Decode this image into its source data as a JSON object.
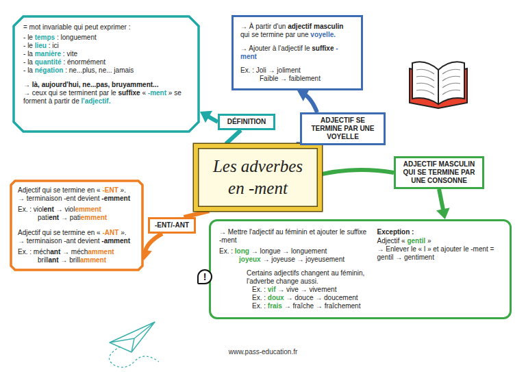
{
  "diagram": {
    "nodes": [
      {
        "text": [
          "Les adverbes en -ment"
        ]
      },
      {
        "text": [
          "DÉFINITION"
        ]
      },
      {
        "text": [
          "= mot invariable qui peut exprimer :",
          "- le temps : longuement",
          "- le lieu : ici",
          "- la manière : vite",
          "- la quantité : énormément",
          "- la négation : ne...plus, ne... jamais",
          "→ là, aujourd'hui, ne...pas, bruyamment...",
          "→ ceux qui se terminent par le suffixe « -ment » se forment à partir de l'adjectif."
        ]
      },
      {
        "text": [
          "→ À partir d'un adjectif masculin qui se termine par une voyelle.",
          "→ Ajouter à l'adjectif le suffixe -ment",
          "Ex. : Joli → joliment",
          "Faible → faiblement"
        ]
      },
      {
        "text": [
          "ADJECTIF SE TERMINE PAR UNE VOYELLE"
        ]
      },
      {
        "text": [
          "ADJECTIF MASCULIN QUI SE TERMINE PAR UNE CONSONNE"
        ]
      },
      {
        "text": [
          "→ Mettre l'adjectif au féminin et ajouter le suffixe -ment",
          "Ex. : long → longue → longuement",
          "joyeux → joyeuse → joyeusement",
          "Certains adjectifs changent au féminin, l'adverbe change aussi.",
          "Ex. : vif → vive → vivement",
          "Ex. : doux → douce → doucement",
          "Ex. : frais → fraîche → fraîchement",
          "Exception :",
          "Adjectif « gentil »",
          "→ Enlever le « l » et ajouter le -ment = gentil → gentiment"
        ]
      },
      {
        "text": [
          "-ENT/-ANT"
        ]
      },
      {
        "text": [
          "Adjectif qui se termine en « -ENT ».",
          "→ terminaison -ent devient -emment",
          "Ex. : violent → violemment",
          "patient → patiemment",
          "Adjectif qui se termine en « -ANT ».",
          "→ terminaison -ant devient -amment",
          "Ex. : méchant → méchamment",
          "brillant → brillamment"
        ]
      }
    ],
    "edges": [
      {
        "from": 0,
        "to": 1,
        "arrow": "none"
      },
      {
        "from": 1,
        "to": 2,
        "arrow": "to"
      },
      {
        "from": 0,
        "to": 4,
        "arrow": "none"
      },
      {
        "from": 4,
        "to": 3,
        "arrow": "to"
      },
      {
        "from": 0,
        "to": 5,
        "arrow": "none"
      },
      {
        "from": 5,
        "to": 6,
        "arrow": "to"
      },
      {
        "from": 0,
        "to": 7,
        "arrow": "none"
      },
      {
        "from": 7,
        "to": 8,
        "arrow": "to"
      }
    ],
    "labels": [
      "!",
      "www.pass-education.fr"
    ]
  }
}
